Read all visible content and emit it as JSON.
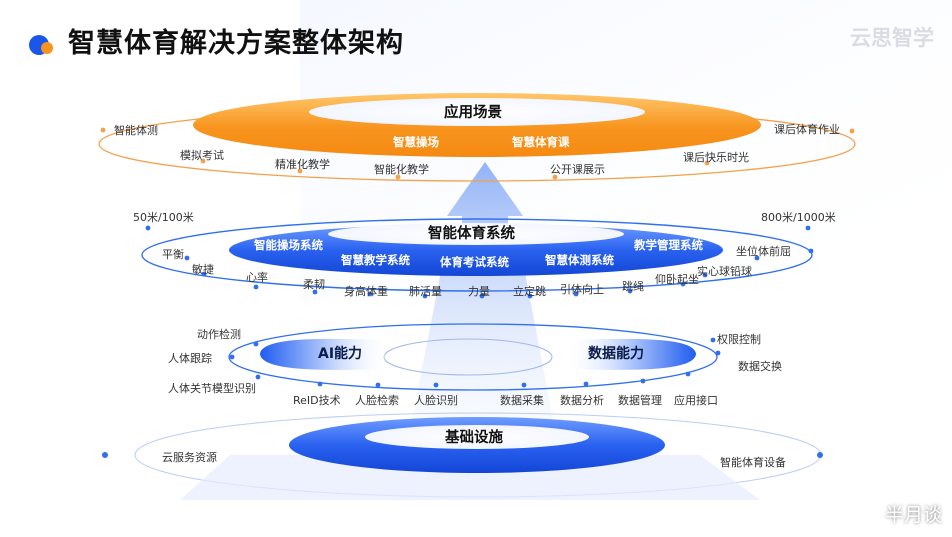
{
  "header": {
    "title": "智慧体育解决方案整体架构",
    "brand": "云思智学",
    "watermark": "半月谈"
  },
  "layers": {
    "application": {
      "title": "应用场景",
      "core_items": [
        "智慧操场",
        "智慧体育课"
      ],
      "ring_items": [
        "智能体测",
        "模拟考试",
        "精准化教学",
        "智能化教学",
        "公开课展示",
        "课后快乐时光",
        "课后体育作业"
      ]
    },
    "system": {
      "title": "智能体育系统",
      "core_items": [
        "智能操场系统",
        "智慧教学系统",
        "体育考试系统",
        "智慧体测系统",
        "教学管理系统"
      ],
      "ring_items": [
        "50米/100米",
        "平衡",
        "敏捷",
        "心率",
        "柔韧",
        "身高体重",
        "肺活量",
        "力量",
        "立定跳",
        "引体向上",
        "跳绳",
        "仰卧起坐",
        "实心球铅球",
        "坐位体前屈",
        "800米/1000米"
      ]
    },
    "capability": {
      "ai_label": "AI能力",
      "data_label": "数据能力",
      "ring_items": [
        "动作检测",
        "人体跟踪",
        "人体关节模型识别",
        "ReID技术",
        "人脸检索",
        "人脸识别",
        "数据采集",
        "数据分析",
        "数据管理",
        "应用接口",
        "权限控制",
        "数据交换"
      ]
    },
    "infrastructure": {
      "title": "基础设施",
      "ring_items": [
        "云服务资源",
        "智能体育设备"
      ]
    }
  },
  "colors": {
    "orange": "#f7941d",
    "blue": "#1a56e8",
    "ring_blue": "#2f6ff0",
    "ring_orange": "#f5a04a"
  }
}
